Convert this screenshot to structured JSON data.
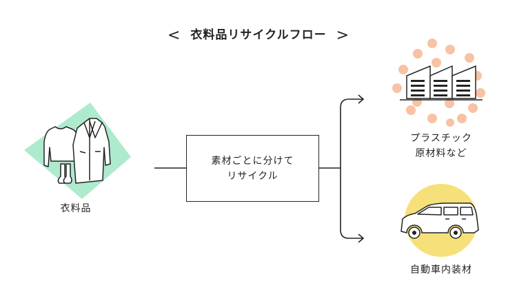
{
  "title": {
    "text": "衣料品リサイクルフロー",
    "left_chevron": "<",
    "right_chevron": ">"
  },
  "nodes": {
    "source": {
      "label": "衣料品",
      "icon": "clothing-icon"
    },
    "process": {
      "line1": "素材ごとに分けて",
      "line2": "リサイクル"
    },
    "output_plastic": {
      "line1": "プラスチック",
      "line2": "原材料など",
      "icon": "factory-icon"
    },
    "output_car": {
      "label": "自動車内装材",
      "icon": "car-icon"
    }
  },
  "colors": {
    "clothing_bg": "#aeeacd",
    "factory_dots": "#f7c3a4",
    "car_bg": "#f6e079",
    "line": "#222222"
  }
}
